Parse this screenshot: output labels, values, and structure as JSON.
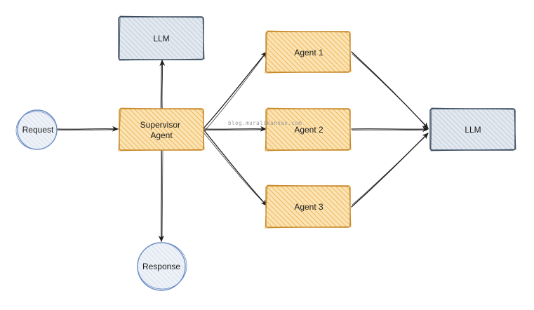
{
  "nodes": {
    "llm_top": {
      "label": "LLM"
    },
    "request": {
      "label": "Request"
    },
    "supervisor": {
      "label_line1": "Supervisor",
      "label_line2": "Agent"
    },
    "response": {
      "label": "Response"
    },
    "agent1": {
      "label": "Agent 1"
    },
    "agent2": {
      "label": "Agent 2"
    },
    "agent3": {
      "label": "Agent 3"
    },
    "llm_right": {
      "label": "LLM"
    }
  },
  "watermark": "blog.muralikannan.com",
  "colors": {
    "orange_fill": "#fbe3b4",
    "orange_hatch": "#efb85a",
    "orange_stroke": "#c78a2a",
    "blue_fill": "#dfe6ee",
    "blue_hatch": "#b9c6d4",
    "blue_stroke": "#3b4b5e",
    "circle_fill": "#e6ecf4",
    "circle_stroke": "#6f8fc4",
    "arrow": "#1e1e1e"
  }
}
